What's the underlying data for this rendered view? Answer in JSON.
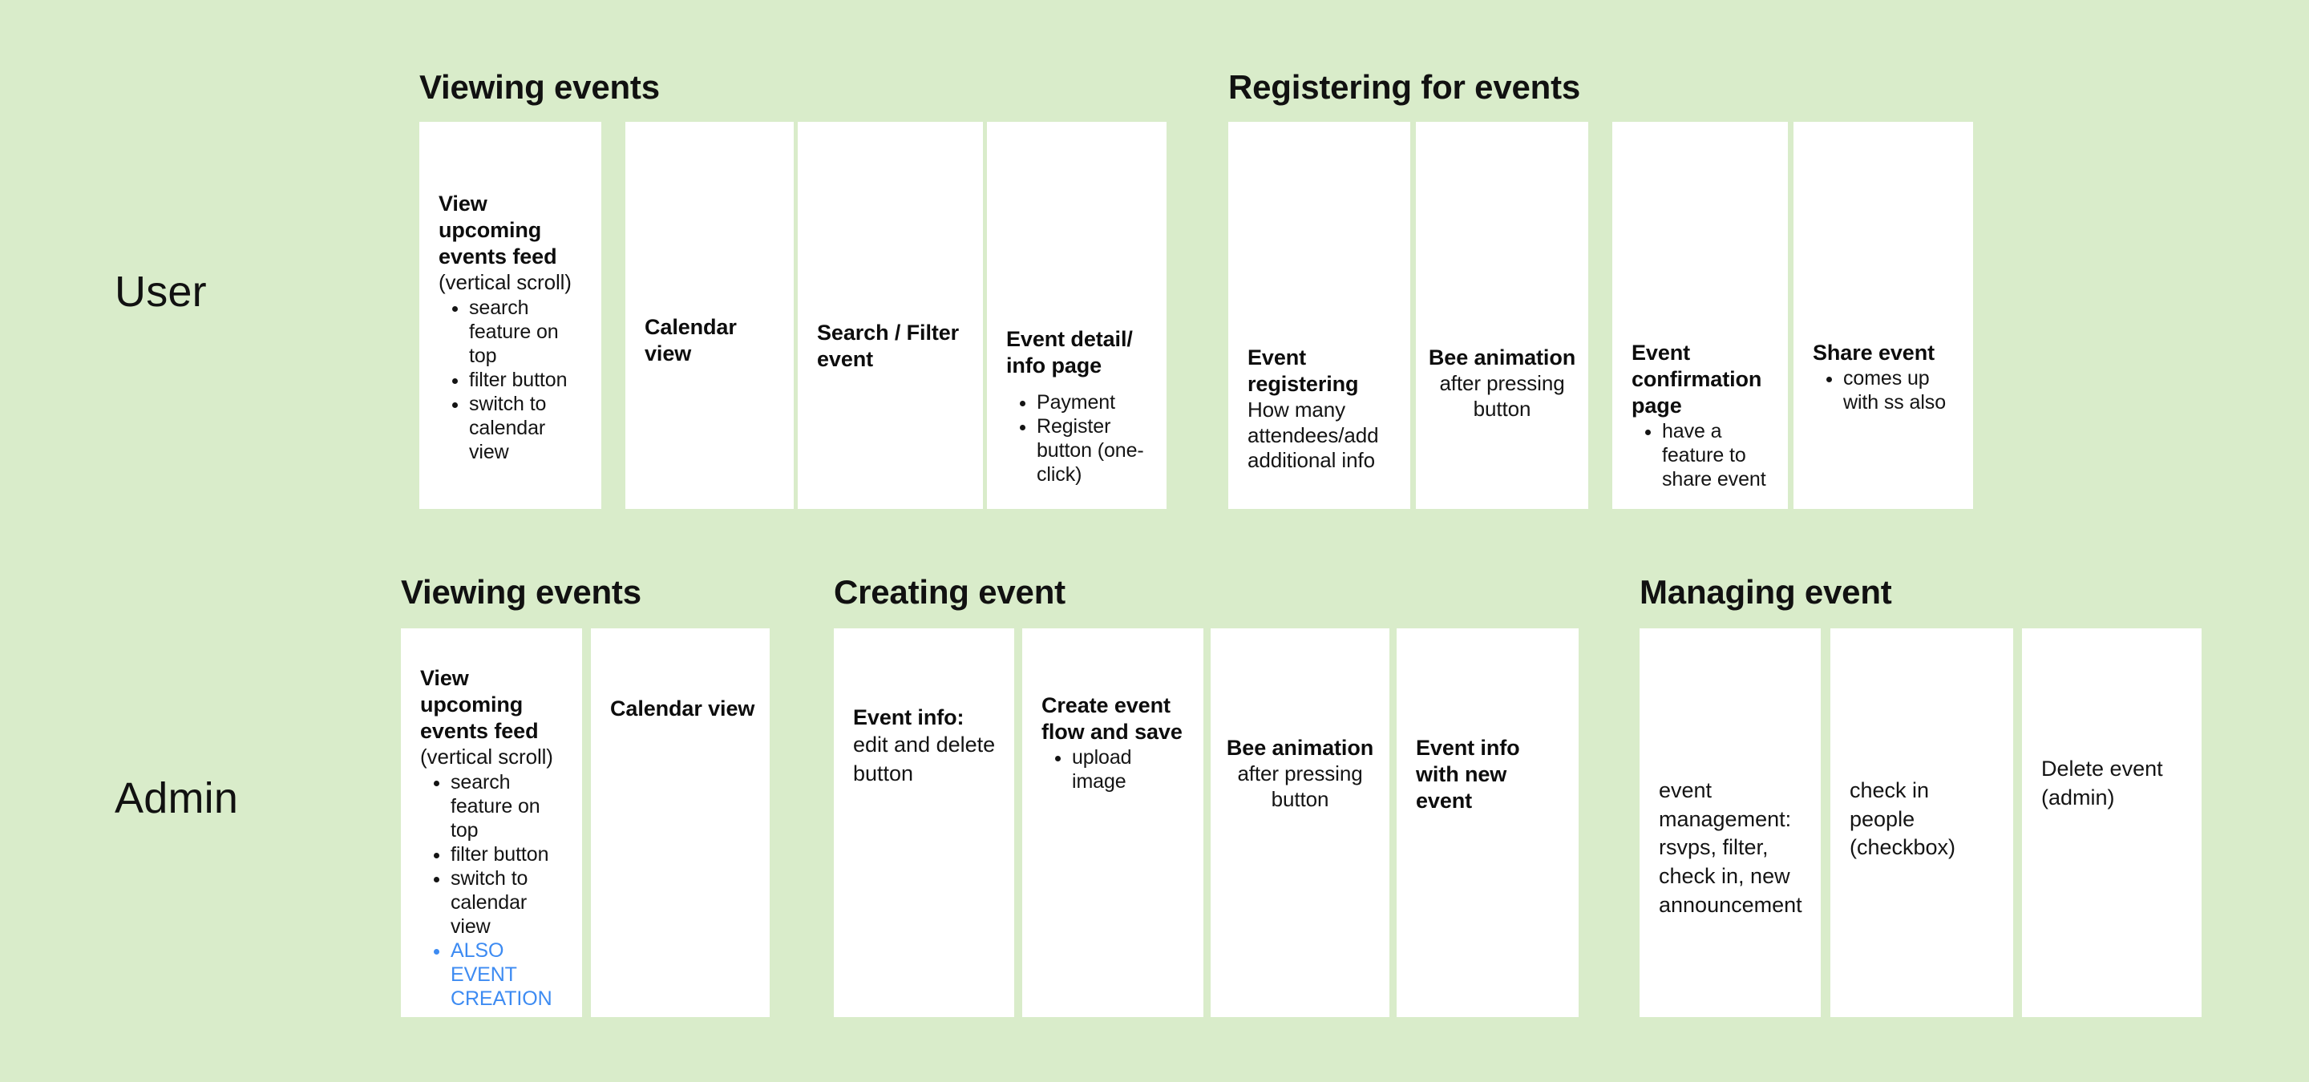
{
  "board": {
    "background_color": "#d9ecca",
    "card_color": "#ffffff",
    "accent_color": "#3d8bf2"
  },
  "lanes": [
    {
      "id": "user",
      "label": "User"
    },
    {
      "id": "admin",
      "label": "Admin"
    }
  ],
  "sections": [
    {
      "id": "user-viewing-events",
      "lane": "user",
      "title": "Viewing events"
    },
    {
      "id": "user-registering-for-events",
      "lane": "user",
      "title": "Registering for events"
    },
    {
      "id": "admin-viewing-events",
      "lane": "admin",
      "title": "Viewing events"
    },
    {
      "id": "admin-creating-event",
      "lane": "admin",
      "title": "Creating event"
    },
    {
      "id": "admin-managing-event",
      "lane": "admin",
      "title": "Managing event"
    }
  ],
  "cards": {
    "user_view_feed": {
      "title": "View upcoming events feed",
      "subtitle": "(vertical scroll)",
      "bullets": [
        "search feature on top",
        "filter button",
        "switch to calendar view"
      ]
    },
    "user_calendar_view": {
      "title": "Calendar view"
    },
    "user_search_filter": {
      "title": "Search / Filter event"
    },
    "user_event_detail": {
      "title": "Event detail/ info page",
      "bullets": [
        "Payment",
        "Register button (one-click)"
      ]
    },
    "user_event_registering": {
      "title": "Event registering",
      "subtitle": "How many attendees/add additional info"
    },
    "user_bee_animation": {
      "title": "Bee animation",
      "subtitle": "after pressing button"
    },
    "user_event_confirmation": {
      "title": "Event confirmation page",
      "bullets": [
        "have a feature to share event"
      ]
    },
    "user_share_event": {
      "title": "Share event",
      "bullets": [
        "comes up with ss also"
      ]
    },
    "admin_view_feed": {
      "title": "View upcoming events feed",
      "subtitle": "(vertical scroll)",
      "bullets": [
        "search feature on top",
        "filter button",
        "switch to calendar view"
      ],
      "accent_bullet": "ALSO EVENT CREATION"
    },
    "admin_calendar_view": {
      "title": "Calendar view"
    },
    "admin_event_info": {
      "title": "Event info:",
      "subtitle": "edit and delete button"
    },
    "admin_create_event_flow": {
      "title": "Create event flow and save",
      "bullets": [
        "upload image"
      ]
    },
    "admin_bee_animation": {
      "title": "Bee animation",
      "subtitle": "after pressing button"
    },
    "admin_event_info_new": {
      "title": "Event info with new event"
    },
    "admin_event_management": {
      "text": "event management: rsvps, filter, check in, new announcement"
    },
    "admin_check_in": {
      "text": "check in people (checkbox)"
    },
    "admin_delete_event": {
      "text": "Delete event (admin)"
    }
  }
}
